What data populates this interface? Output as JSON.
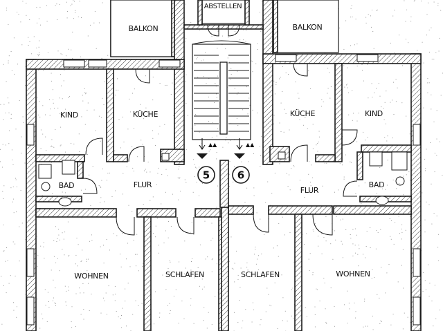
{
  "rooms": {
    "balkon_left": "BALKON",
    "balkon_right": "BALKON",
    "abstellen": "ABSTELLEN",
    "kind_left": "KIND",
    "kueche_left": "KÜCHE",
    "kueche_right": "KÜCHE",
    "kind_right": "KIND",
    "bad_left": "BAD",
    "bad_right": "BAD",
    "flur_left": "FLUR",
    "flur_right": "FLUR",
    "wohnen_left": "WOHNEN",
    "schlafen_left": "SCHLAFEN",
    "schlafen_right": "SCHLAFEN",
    "wohnen_right": "WOHNEN"
  },
  "units": {
    "left": "5",
    "right": "6"
  }
}
